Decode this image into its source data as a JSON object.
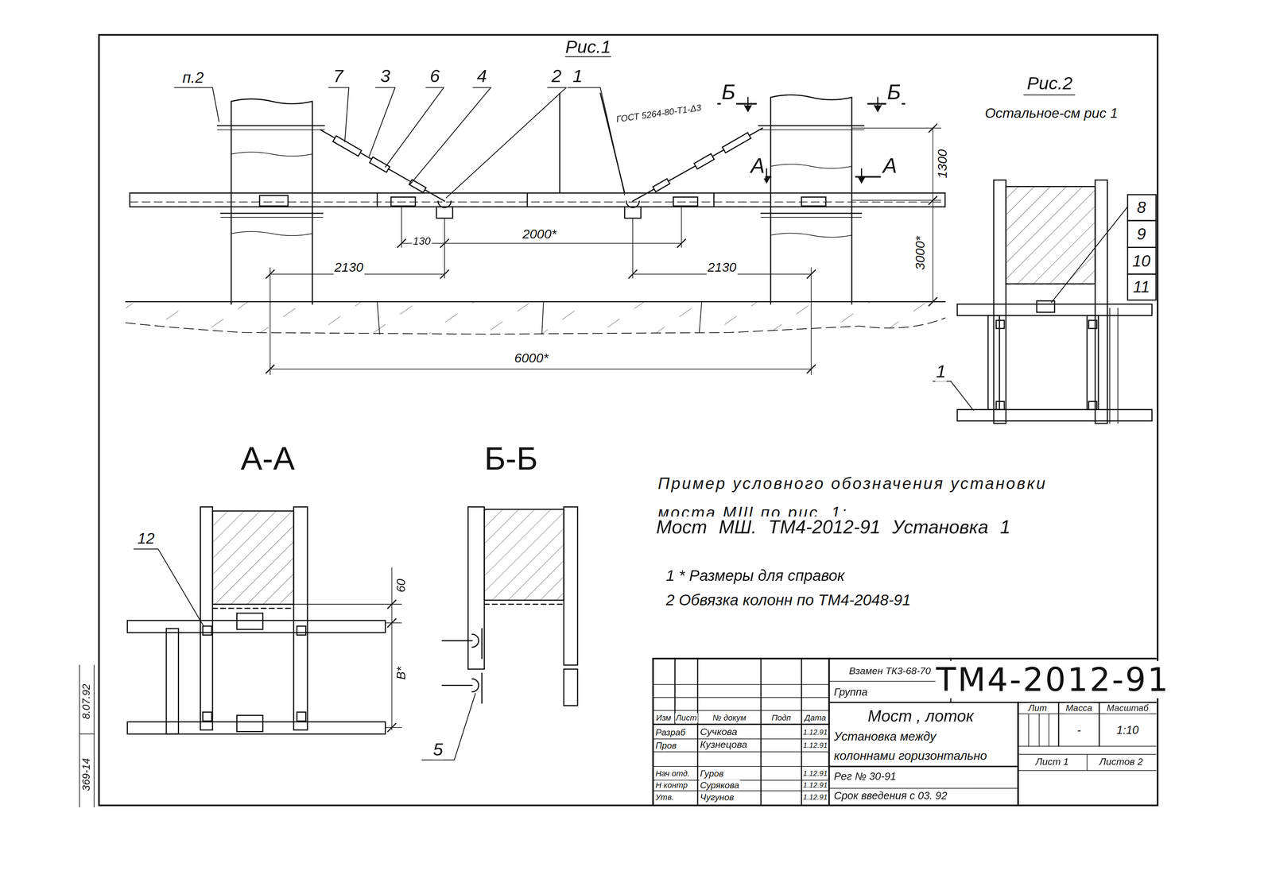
{
  "diagram": {
    "labels": [
      "Рис.1",
      "п.2",
      "7",
      "3",
      "6",
      "4",
      "2",
      "1",
      "Б",
      "Б",
      "ГОСТ 5264-80-Т1-Δ3",
      "А",
      "А",
      "1300",
      "3000*",
      "130",
      "2000*",
      "2130",
      "2130",
      "6000*",
      "Рис.2",
      "Остальное-см рис 1",
      "8",
      "9",
      "10",
      "11",
      "1",
      "А-А",
      "Б-Б",
      "12",
      "60",
      "В*",
      "5",
      "Пример условного обозначения установки моста МШ по рис. 1:",
      "Мост МШ. ТМ4-2012-91 Установка 1",
      "1 * Размеры для справок",
      "2 Обвязка колонн по ТМ4-2048-91",
      "369-14",
      "8.07.92",
      "Взамен ТК3-68-70",
      "Группа",
      "ТМ4-2012-91",
      "Лит",
      "Масса",
      "Масштаб",
      "-",
      "1:10",
      "Изм",
      "Лист",
      "№ докум",
      "Подп",
      "Дата",
      "Разраб",
      "Сучкова",
      "1.12.91",
      "Пров",
      "Кузнецова",
      "1.12.91",
      "Нач отд.",
      "Гуров",
      "1.12.91",
      "Н контр",
      "Сурякова",
      "1.12.91",
      "Утв.",
      "Чугунов",
      "1.12.91",
      "Мост , лоток",
      "Установка между колоннами горизонтально",
      "Рег № 30-91",
      "Срок введения с 03. 92",
      "Лист 1",
      "Листов 2"
    ]
  }
}
